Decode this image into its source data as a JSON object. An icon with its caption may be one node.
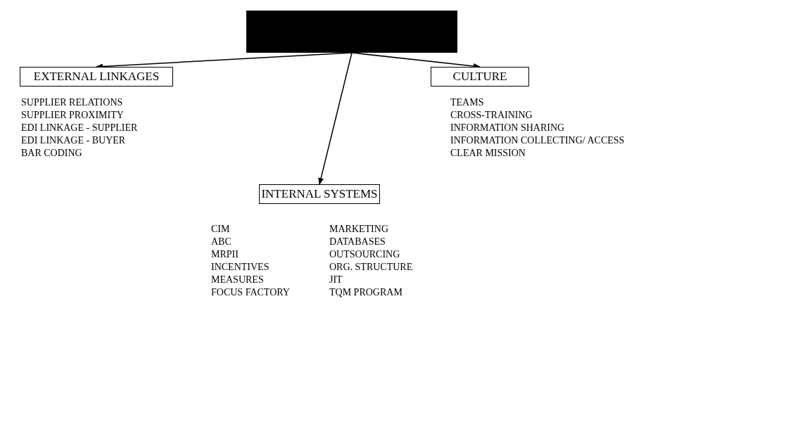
{
  "diagram": {
    "nodes": [
      {
        "text": [],
        "shape": "box"
      },
      {
        "text": [
          "EXTERNAL LINKAGES"
        ],
        "beside": [
          "SUPPLIER RELATIONS",
          "SUPPLIER PROXIMITY",
          "EDI LINKAGE - SUPPLIER",
          "EDI LINKAGE - BUYER",
          "BAR CODING"
        ]
      },
      {
        "text": [
          "CULTURE"
        ],
        "beside": [
          "TEAMS",
          "CROSS-TRAINING",
          "INFORMATION SHARING",
          "INFORMATION COLLECTING/ ACCESS",
          "CLEAR MISSION"
        ]
      },
      {
        "text": [
          "INTERNAL SYSTEMS"
        ],
        "beside": [
          "CIM",
          "ABC",
          "MRPII",
          "INCENTIVES",
          "MEASURES",
          "FOCUS FACTORY",
          "MARKETING",
          "DATABASES",
          "OUTSOURCING",
          "ORG. STRUCTURE",
          "JIT",
          "TQM PROGRAM"
        ]
      }
    ],
    "edges": [
      {
        "from": 0,
        "to": 1,
        "arrow": "to"
      },
      {
        "from": 0,
        "to": 3,
        "arrow": "to"
      },
      {
        "from": 0,
        "to": 2,
        "arrow": "to"
      }
    ]
  }
}
